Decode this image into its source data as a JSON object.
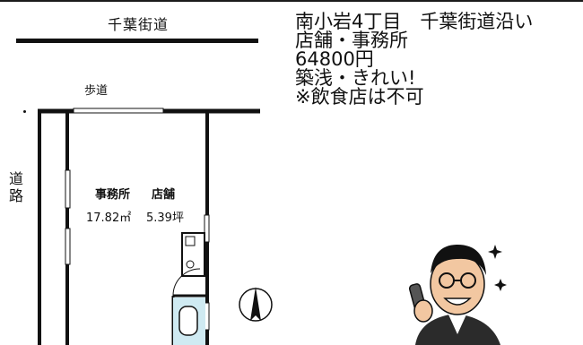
{
  "flyer": {
    "road_top": "千葉街道",
    "sidewalk": "歩道",
    "road_side": "道路",
    "listing_lines": [
      "南小岩4丁目　千葉街道沿い",
      "店舗・事務所",
      "64800円",
      "築浅・きれい!",
      "※飲食店は不可"
    ],
    "room_name_1": "事務所",
    "room_name_2": "店舗",
    "area_sqm": "17.82㎡",
    "area_tsubo": "5.39坪"
  }
}
